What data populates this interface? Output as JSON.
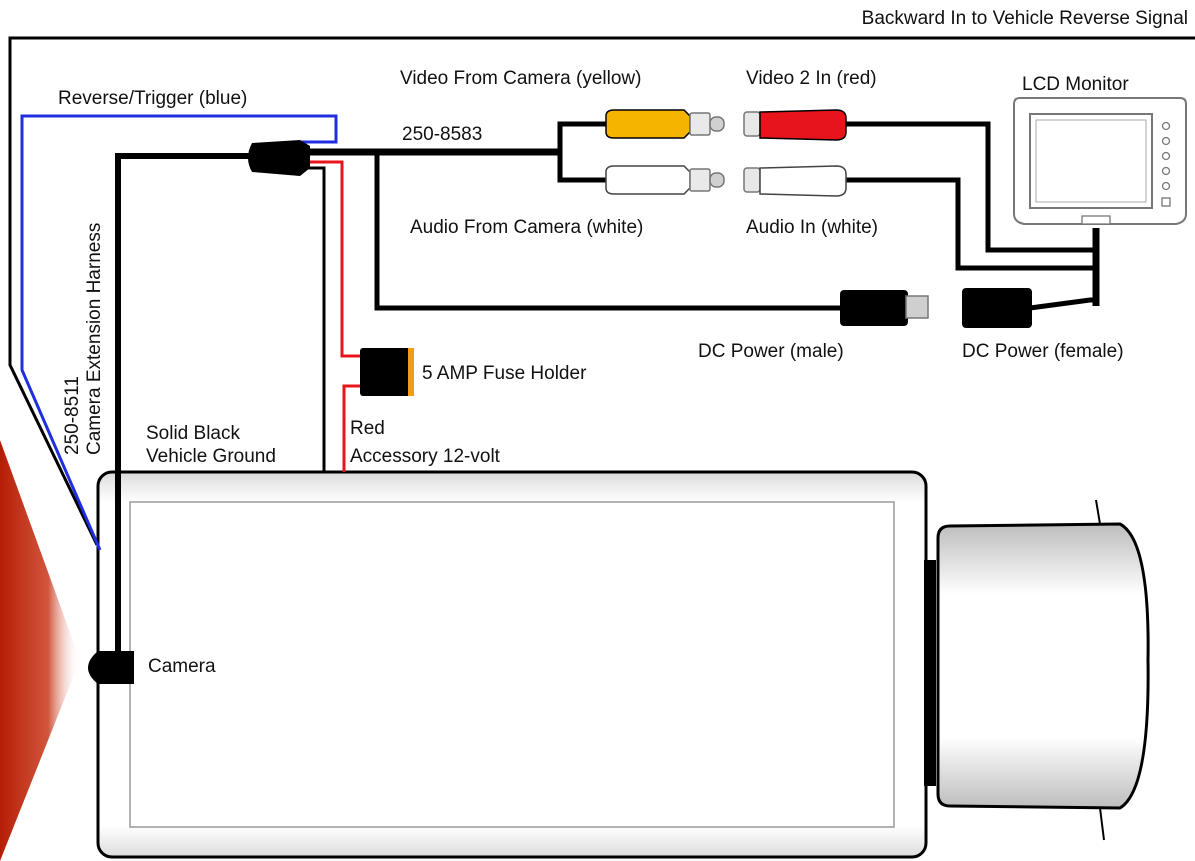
{
  "labels": {
    "backward_in": "Backward In to Vehicle Reverse Signal",
    "reverse_trigger": "Reverse/Trigger (blue)",
    "video_from_camera": "Video From Camera (yellow)",
    "video2_in": "Video 2 In (red)",
    "lcd_monitor": "LCD Monitor",
    "part_8583": "250-8583",
    "audio_from_camera": "Audio From Camera (white)",
    "audio_in": "Audio In (white)",
    "dc_power_male": "DC Power (male)",
    "dc_power_female": "DC Power (female)",
    "fuse_holder": "5 AMP Fuse Holder",
    "harness_part": "250-8511",
    "harness_name": "Camera Extension Harness",
    "ground_line1": "Solid Black",
    "ground_line2": "Vehicle Ground",
    "red_line1": "Red",
    "red_line2": "Accessory 12-volt",
    "camera": "Camera"
  },
  "colors": {
    "wire_black": "#000000",
    "wire_red": "#e8141b",
    "wire_blue": "#1f2fe0",
    "rca_yellow": "#f4b400",
    "rca_red": "#e8141b",
    "rca_white": "#ffffff",
    "fuse_orange": "#f29a1a",
    "camera_beam": "#b51d06"
  },
  "icons": {
    "monitor": "lcd-monitor-icon",
    "camera": "camera-icon",
    "fuse": "fuse-holder-icon",
    "vehicle": "truck-outline-icon"
  }
}
